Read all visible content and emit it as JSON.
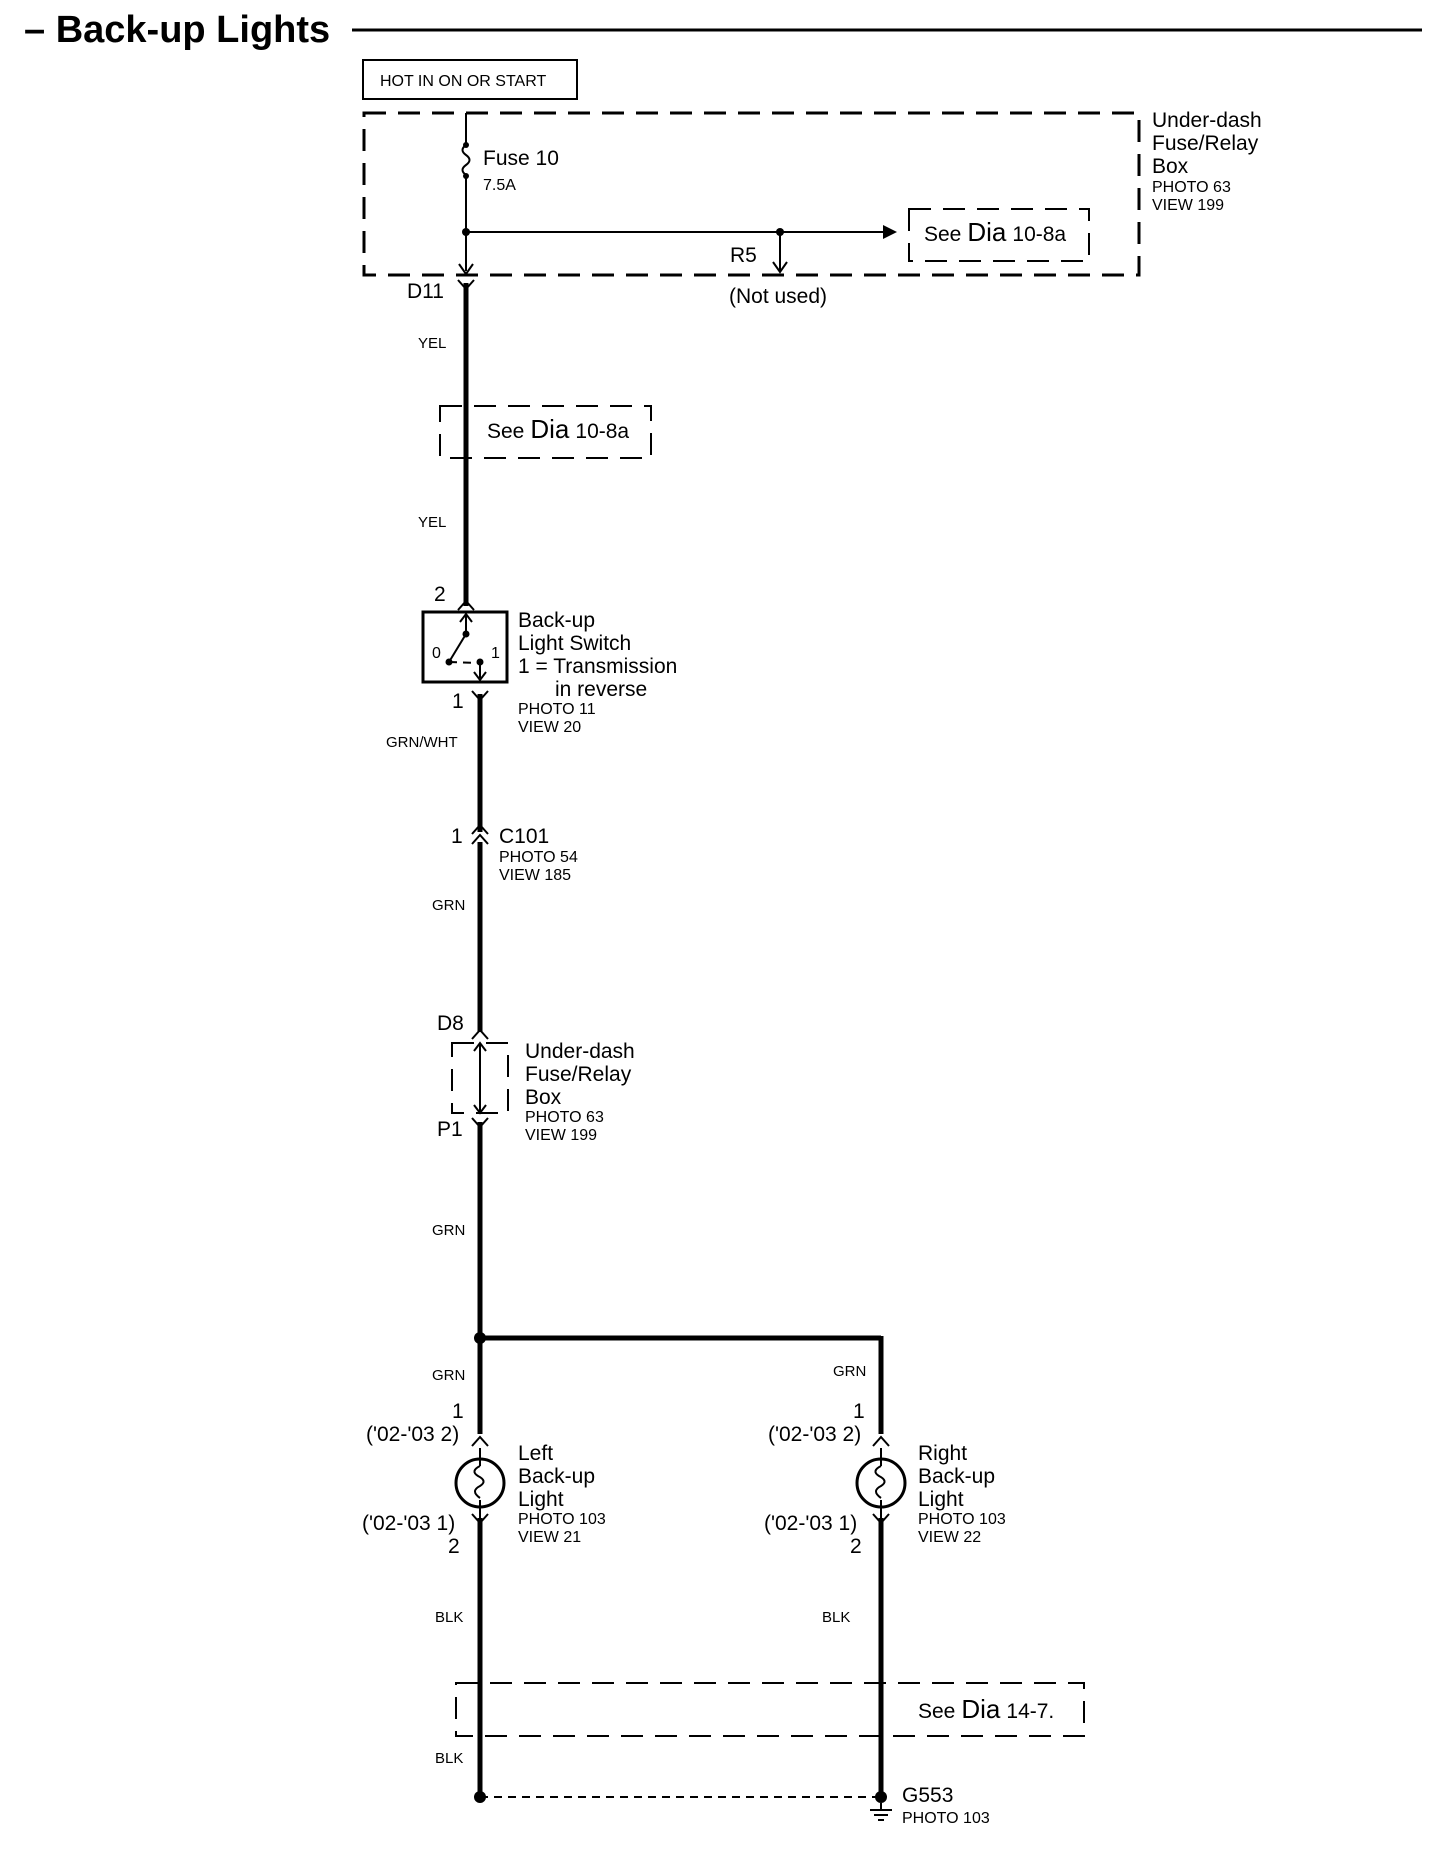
{
  "title": "– Back-up Lights",
  "hot_label": "HOT IN ON OR START",
  "fuse_box_top": {
    "line1": "Under-dash",
    "line2": "Fuse/Relay",
    "line3": "Box",
    "photo": "PHOTO 63",
    "view": "VIEW 199"
  },
  "fuse": {
    "name": "Fuse 10",
    "rating": "7.5A"
  },
  "see_dia_top": {
    "see": "See",
    "dia": "Dia",
    "ref": "10-8a"
  },
  "see_dia_mid": {
    "see": "See",
    "dia": "Dia",
    "ref": "10-8a"
  },
  "see_dia_bottom": {
    "see": "See",
    "dia": "Dia",
    "ref": "14-7."
  },
  "r5": {
    "label": "R5",
    "note": "(Not used)"
  },
  "d11": "D11",
  "wires": {
    "yel_1": "YEL",
    "yel_2": "YEL",
    "grn_wht": "GRN/WHT",
    "grn_1": "GRN",
    "grn_2": "GRN",
    "grn_left": "GRN",
    "grn_right": "GRN",
    "blk_left": "BLK",
    "blk_right": "BLK",
    "blk_bottom": "BLK"
  },
  "switch": {
    "pin_top": "2",
    "pin_bottom": "1",
    "pos0": "0",
    "pos1": "1",
    "line1": "Back-up",
    "line2": "Light Switch",
    "line3": "1 = Transmission",
    "line4": "in reverse",
    "photo": "PHOTO 11",
    "view": "VIEW 20"
  },
  "c101": {
    "pin": "1",
    "name": "C101",
    "photo": "PHOTO 54",
    "view": "VIEW 185"
  },
  "fuse_box_mid": {
    "pin_top": "D8",
    "pin_bottom": "P1",
    "line1": "Under-dash",
    "line2": "Fuse/Relay",
    "line3": "Box",
    "photo": "PHOTO 63",
    "view": "VIEW 199"
  },
  "left_light": {
    "pin_top": "1",
    "pin_top_alt": "('02-'03 2)",
    "pin_bottom_alt": "('02-'03 1)",
    "pin_bottom": "2",
    "line1": "Left",
    "line2": "Back-up",
    "line3": "Light",
    "photo": "PHOTO 103",
    "view": "VIEW 21"
  },
  "right_light": {
    "pin_top": "1",
    "pin_top_alt": "('02-'03 2)",
    "pin_bottom_alt": "('02-'03 1)",
    "pin_bottom": "2",
    "line1": "Right",
    "line2": "Back-up",
    "line3": "Light",
    "photo": "PHOTO 103",
    "view": "VIEW 22"
  },
  "ground": {
    "name": "G553",
    "photo": "PHOTO 103"
  }
}
